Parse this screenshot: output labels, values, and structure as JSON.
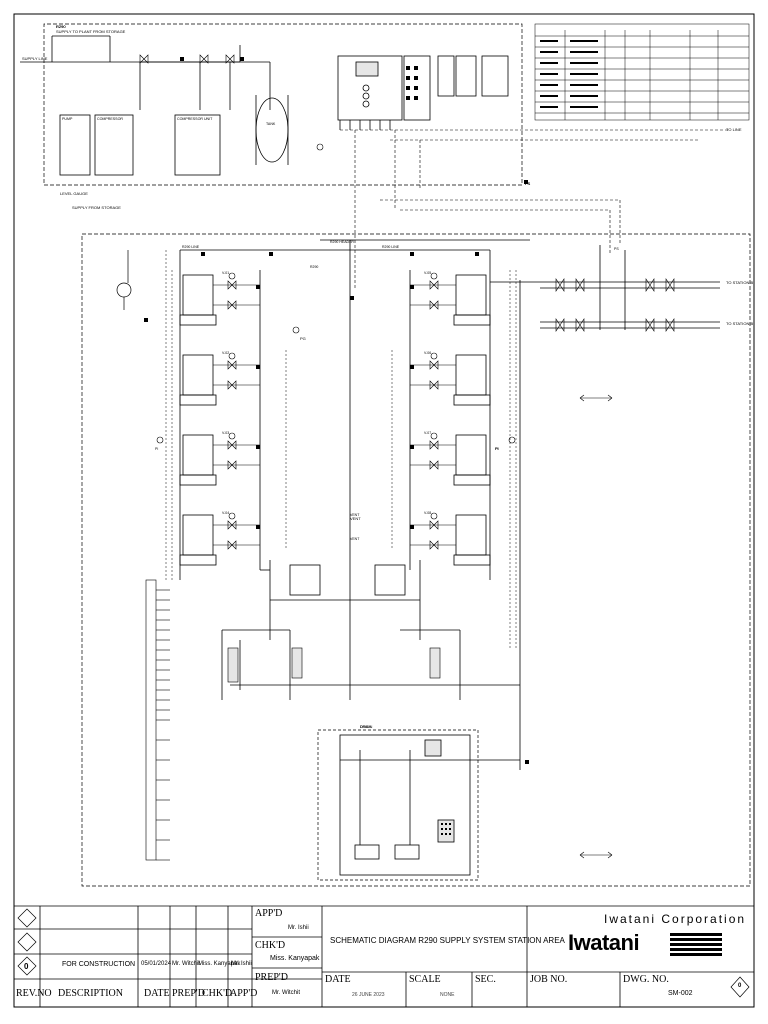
{
  "company": {
    "name": "Iwatani Corporation",
    "logo_text": "Iwatani"
  },
  "drawing": {
    "title": "SCHEMATIC DIAGRAM R290 SUPPLY SYSTEM STATION AREA",
    "date": "26 JUNE 2023",
    "scale": "NONE",
    "dwg_no": "SM-002",
    "sheet_mark": "0"
  },
  "title_block": {
    "headers": {
      "rev_no": "REV.NO",
      "description": "DESCRIPTION",
      "date": "DATE",
      "prepd": "PREP'D",
      "chkd": "CHK'D",
      "appd": "APP'D"
    },
    "approval": {
      "appd_label": "APP'D",
      "appd_name": "Mr. Ishii",
      "chkd_label": "CHK'D",
      "chkd_name": "Miss. Kanyapak",
      "prepd_label": "PREP'D",
      "prepd_name": "Mr. Witchit"
    },
    "fields": {
      "date_label": "DATE",
      "scale_label": "SCALE",
      "sec_label": "SEC.",
      "job_label": "JOB NO.",
      "dwg_label": "DWG. NO."
    },
    "revisions": [
      {
        "rev": "0",
        "description": "FOR CONSTRUCTION",
        "date": "05/01/2024",
        "prepd": "Mr. Witchit",
        "chkd": "Miss. Kanyapak",
        "appd": "Mr. Ishii"
      }
    ]
  },
  "diagram_labels": {
    "to_station_b": "TO STATION B",
    "to_line": "TO LINE",
    "drain": "DRAIN",
    "vent": "VENT",
    "ps": "PS",
    "pg": "PG",
    "pi": "PI",
    "v": "V",
    "r290": "R290"
  },
  "colors": {
    "line": "#000000",
    "equipment_fill": "#e6e6e6",
    "paper": "#ffffff"
  }
}
